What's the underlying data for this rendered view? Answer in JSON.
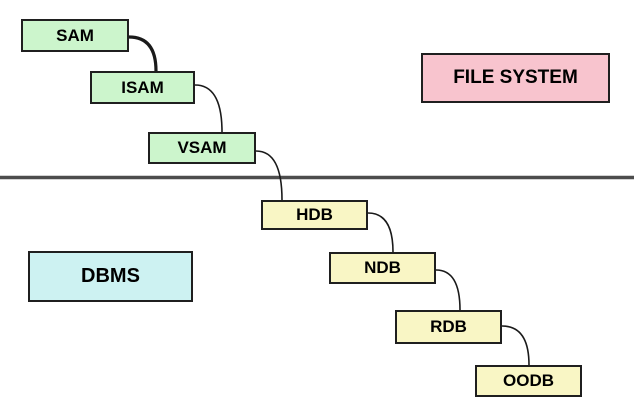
{
  "diagram": {
    "file_system": {
      "region_label": "FILE SYSTEM",
      "nodes": [
        {
          "label": "SAM"
        },
        {
          "label": "ISAM"
        },
        {
          "label": "VSAM"
        }
      ]
    },
    "dbms": {
      "region_label": "DBMS",
      "nodes": [
        {
          "label": "HDB"
        },
        {
          "label": "NDB"
        },
        {
          "label": "RDB"
        },
        {
          "label": "OODB"
        }
      ]
    },
    "connections": [
      {
        "from": "SAM",
        "to": "ISAM",
        "style": "thick"
      },
      {
        "from": "ISAM",
        "to": "VSAM",
        "style": "thin"
      },
      {
        "from": "VSAM",
        "to": "HDB",
        "style": "thin"
      },
      {
        "from": "HDB",
        "to": "NDB",
        "style": "thin"
      },
      {
        "from": "NDB",
        "to": "RDB",
        "style": "thin"
      },
      {
        "from": "RDB",
        "to": "OODB",
        "style": "thin"
      }
    ],
    "colors": {
      "file_system_node_fill": "#ccf5cc",
      "file_system_region_fill": "#f8c4ce",
      "dbms_node_fill": "#f9f6c5",
      "dbms_region_fill": "#cdf2f2",
      "node_border": "#1f1f1f",
      "connector_stroke": "#1a1a1a",
      "separator_stroke": "#4d4d4d",
      "background": "#ffffff"
    }
  }
}
